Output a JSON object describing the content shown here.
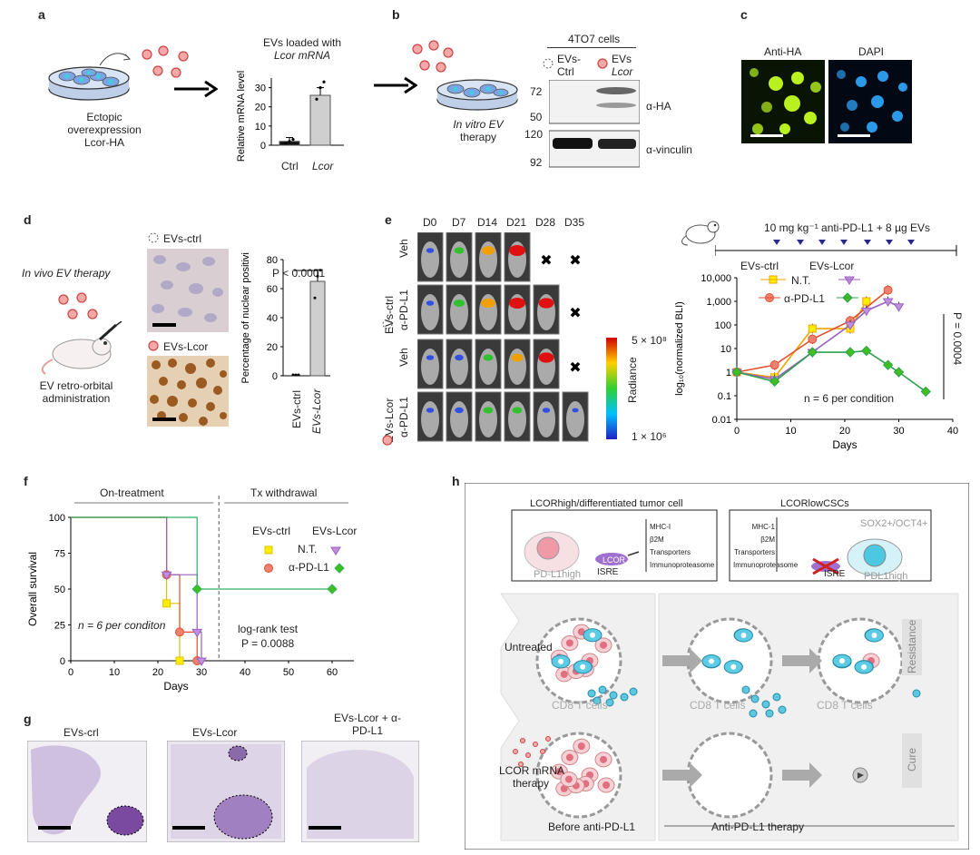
{
  "panels": {
    "a": {
      "letter": "a",
      "cell_caption": [
        "Ectopic",
        "overexpression",
        "Lcor-HA"
      ],
      "chart_title": [
        "EVs loaded with",
        "Lcor mRNA"
      ],
      "ylabel": "Relative mRNA level",
      "yticks": [
        "0",
        "10",
        "20",
        "30"
      ]
    },
    "b": {
      "letter": "b",
      "therapy_caption": [
        "In vitro EV",
        "therapy"
      ],
      "blot_title": "4TO7 cells",
      "lane1": [
        "EVs-",
        "Ctrl"
      ],
      "lane2": [
        "EVs",
        "Lcor"
      ],
      "mw": [
        "72",
        "50",
        "120",
        "92"
      ],
      "ab1": "α-HA",
      "ab2": "α-vinculin"
    },
    "c": {
      "letter": "c",
      "ch1": "Anti-HA",
      "ch2": "DAPI"
    },
    "d": {
      "letter": "d",
      "therapy": "In vivo EV therapy",
      "admin": [
        "EV retro-orbital",
        "administration"
      ],
      "img1": "EVs-ctrl",
      "img2": "EVs-Lcor",
      "ylabel": "Percentage of nuclear positivity",
      "pval": "P < 0.0001",
      "yticks": [
        "0",
        "20",
        "40",
        "60",
        "80"
      ]
    },
    "e": {
      "letter": "e",
      "days": [
        "D0",
        "D7",
        "D14",
        "D21",
        "D28",
        "D35"
      ],
      "row_veh": "Veh",
      "row_pdl1": "α-PD-L1",
      "grp_ctrl": "EVs-ctrl",
      "grp_lcor": "EVs-Lcor",
      "radiance": "Radiance",
      "rad_max": "5 × 10⁸",
      "rad_min": "1 × 10⁶",
      "dosing": "10 mg kg⁻¹ anti-PD-L1 + 8 µg EVs",
      "legend_ctrl": "EVs-ctrl",
      "legend_lcor": "EVs-Lcor",
      "legend_nt": "N.T.",
      "legend_pdl1": "α-PD-L1",
      "n_note": "n = 6 per condition",
      "pval": "P = 0.0004",
      "xlabel": "Days",
      "ylabel": "log₁₀(normalized BLI)",
      "yticks": [
        "10,000",
        "1,000",
        "100",
        "10",
        "1",
        "0.1",
        "0.01"
      ],
      "xticks": [
        "0",
        "10",
        "20",
        "30",
        "40"
      ]
    },
    "f": {
      "letter": "f",
      "on_treatment": "On-treatment",
      "withdrawal": "Tx withdrawal",
      "legend_ctrl": "EVs-ctrl",
      "legend_lcor": "EVs-Lcor",
      "legend_nt": "N.T.",
      "legend_pdl1": "α-PD-L1",
      "n_note": "n = 6 per conditon",
      "test": "log-rank test",
      "pval": "P = 0.0088",
      "xlabel": "Days",
      "ylabel": "Overall survival",
      "yticks": [
        "100",
        "75",
        "50",
        "25",
        "0"
      ],
      "xticks": [
        "0",
        "10",
        "20",
        "30",
        "40",
        "50",
        "60"
      ]
    },
    "g": {
      "letter": "g",
      "img1": "EVs-crl",
      "img2": "EVs-Lcor",
      "img3": [
        "EVs-Lcor + α-",
        "PD-L1"
      ]
    },
    "h": {
      "letter": "h",
      "box_left_title": "LCORhigh/differentiated tumor cell",
      "box_right_title": "LCORlowCSCs",
      "pdl1_high": "PD-L1high",
      "pdl1_high_r": "PDL1high",
      "lcor": "LCOR",
      "isre": "ISRE",
      "genes": [
        "MHC-I",
        "β2M",
        "Transporters",
        "Immunoproteasome"
      ],
      "genes_r": [
        "MHC-1",
        "β2M",
        "Transporters",
        "Immunoproteasome"
      ],
      "sox": "SOX2+/OCT4+",
      "untreated": "Untreated",
      "lcor_therapy": [
        "LCOR mRNA",
        "therapy"
      ],
      "cd8": "CD8 T cells",
      "resistance": "Resistance",
      "cure": "Cure",
      "before": "Before anti-PD-L1",
      "anti": "Anti-PD-L1 therapy"
    }
  },
  "chart_data": [
    {
      "type": "bar",
      "panel": "a",
      "categories": [
        "Ctrl",
        "Lcor"
      ],
      "values": [
        2,
        26
      ],
      "errors": [
        2,
        4
      ],
      "points": [
        [
          1,
          2,
          3
        ],
        [
          24,
          30,
          33
        ]
      ],
      "ylabel": "Relative mRNA level",
      "ylim": [
        0,
        35
      ]
    },
    {
      "type": "bar",
      "panel": "d",
      "categories": [
        "EVs-ctrl",
        "EVs-Lcor"
      ],
      "values": [
        0,
        65
      ],
      "errors": [
        0,
        8
      ],
      "points": [
        [
          0,
          0,
          0
        ],
        [
          53,
          68,
          72
        ]
      ],
      "ylabel": "Percentage of nuclear positivity",
      "ylim": [
        0,
        80
      ]
    },
    {
      "type": "line",
      "panel": "e",
      "scale": "log",
      "ylim": [
        0.01,
        10000
      ],
      "xlim": [
        0,
        40
      ],
      "xlabel": "Days",
      "ylabel": "log10(normalized BLI)",
      "series": [
        {
          "name": "EVs-ctrl N.T.",
          "color": "#f0a500",
          "marker": "square",
          "fill": "#ffee00",
          "x": [
            0,
            7,
            14,
            21,
            24
          ],
          "y": [
            1,
            0.6,
            70,
            70,
            1000
          ]
        },
        {
          "name": "EVs-ctrl α-PD-L1",
          "color": "#e05030",
          "marker": "circle",
          "fill": "#f08070",
          "x": [
            0,
            7,
            14,
            21,
            28
          ],
          "y": [
            1,
            2,
            25,
            150,
            3000
          ]
        },
        {
          "name": "EVs-Lcor N.T.",
          "color": "#9a60c0",
          "marker": "tri-down",
          "fill": "#c090e0",
          "x": [
            0,
            7,
            14,
            21,
            24,
            28,
            30
          ],
          "y": [
            1,
            0.5,
            7,
            100,
            400,
            1000,
            600
          ]
        },
        {
          "name": "EVs-Lcor α-PD-L1",
          "color": "#30a050",
          "marker": "diamond",
          "fill": "#40c020",
          "x": [
            0,
            7,
            14,
            21,
            24,
            28,
            30,
            35
          ],
          "y": [
            1,
            0.4,
            7,
            7,
            8,
            2,
            1,
            0.15
          ]
        }
      ]
    },
    {
      "type": "line",
      "panel": "f",
      "step": true,
      "xlim": [
        0,
        65
      ],
      "ylim": [
        0,
        100
      ],
      "xlabel": "Days",
      "ylabel": "Overall survival",
      "series": [
        {
          "name": "EVs-ctrl N.T.",
          "color": "#e0c000",
          "marker": "square",
          "fill": "#ffee00",
          "x": [
            0,
            22,
            22,
            25,
            25
          ],
          "y": [
            100,
            100,
            40,
            40,
            0
          ]
        },
        {
          "name": "EVs-ctrl α-PD-L1",
          "color": "#e05030",
          "marker": "circle",
          "fill": "#f08070",
          "x": [
            0,
            22,
            22,
            25,
            25,
            29,
            29
          ],
          "y": [
            100,
            100,
            60,
            60,
            20,
            20,
            0
          ]
        },
        {
          "name": "EVs-Lcor N.T.",
          "color": "#9a60c0",
          "marker": "tri-down",
          "fill": "#c090e0",
          "x": [
            0,
            22,
            22,
            29,
            29,
            30,
            30
          ],
          "y": [
            100,
            100,
            60,
            60,
            20,
            20,
            0
          ]
        },
        {
          "name": "EVs-Lcor α-PD-L1",
          "color": "#30b060",
          "marker": "diamond",
          "fill": "#40c020",
          "x": [
            0,
            29,
            29,
            60
          ],
          "y": [
            100,
            100,
            50,
            50
          ]
        }
      ]
    }
  ]
}
